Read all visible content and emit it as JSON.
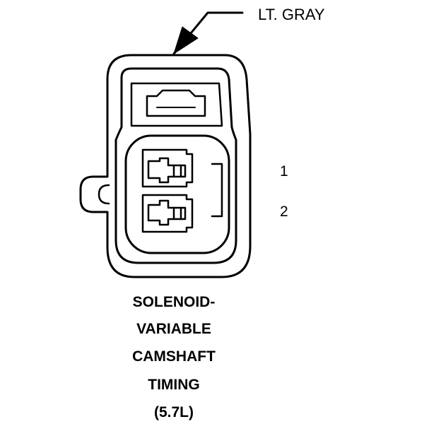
{
  "connector": {
    "wire_color": "LT. GRAY",
    "pins": [
      {
        "number": "1"
      },
      {
        "number": "2"
      }
    ],
    "caption_lines": [
      "SOLENOID-",
      "VARIABLE",
      "CAMSHAFT",
      "TIMING",
      "(5.7L)"
    ]
  },
  "colors": {
    "line": "#000000",
    "background": "#ffffff"
  }
}
